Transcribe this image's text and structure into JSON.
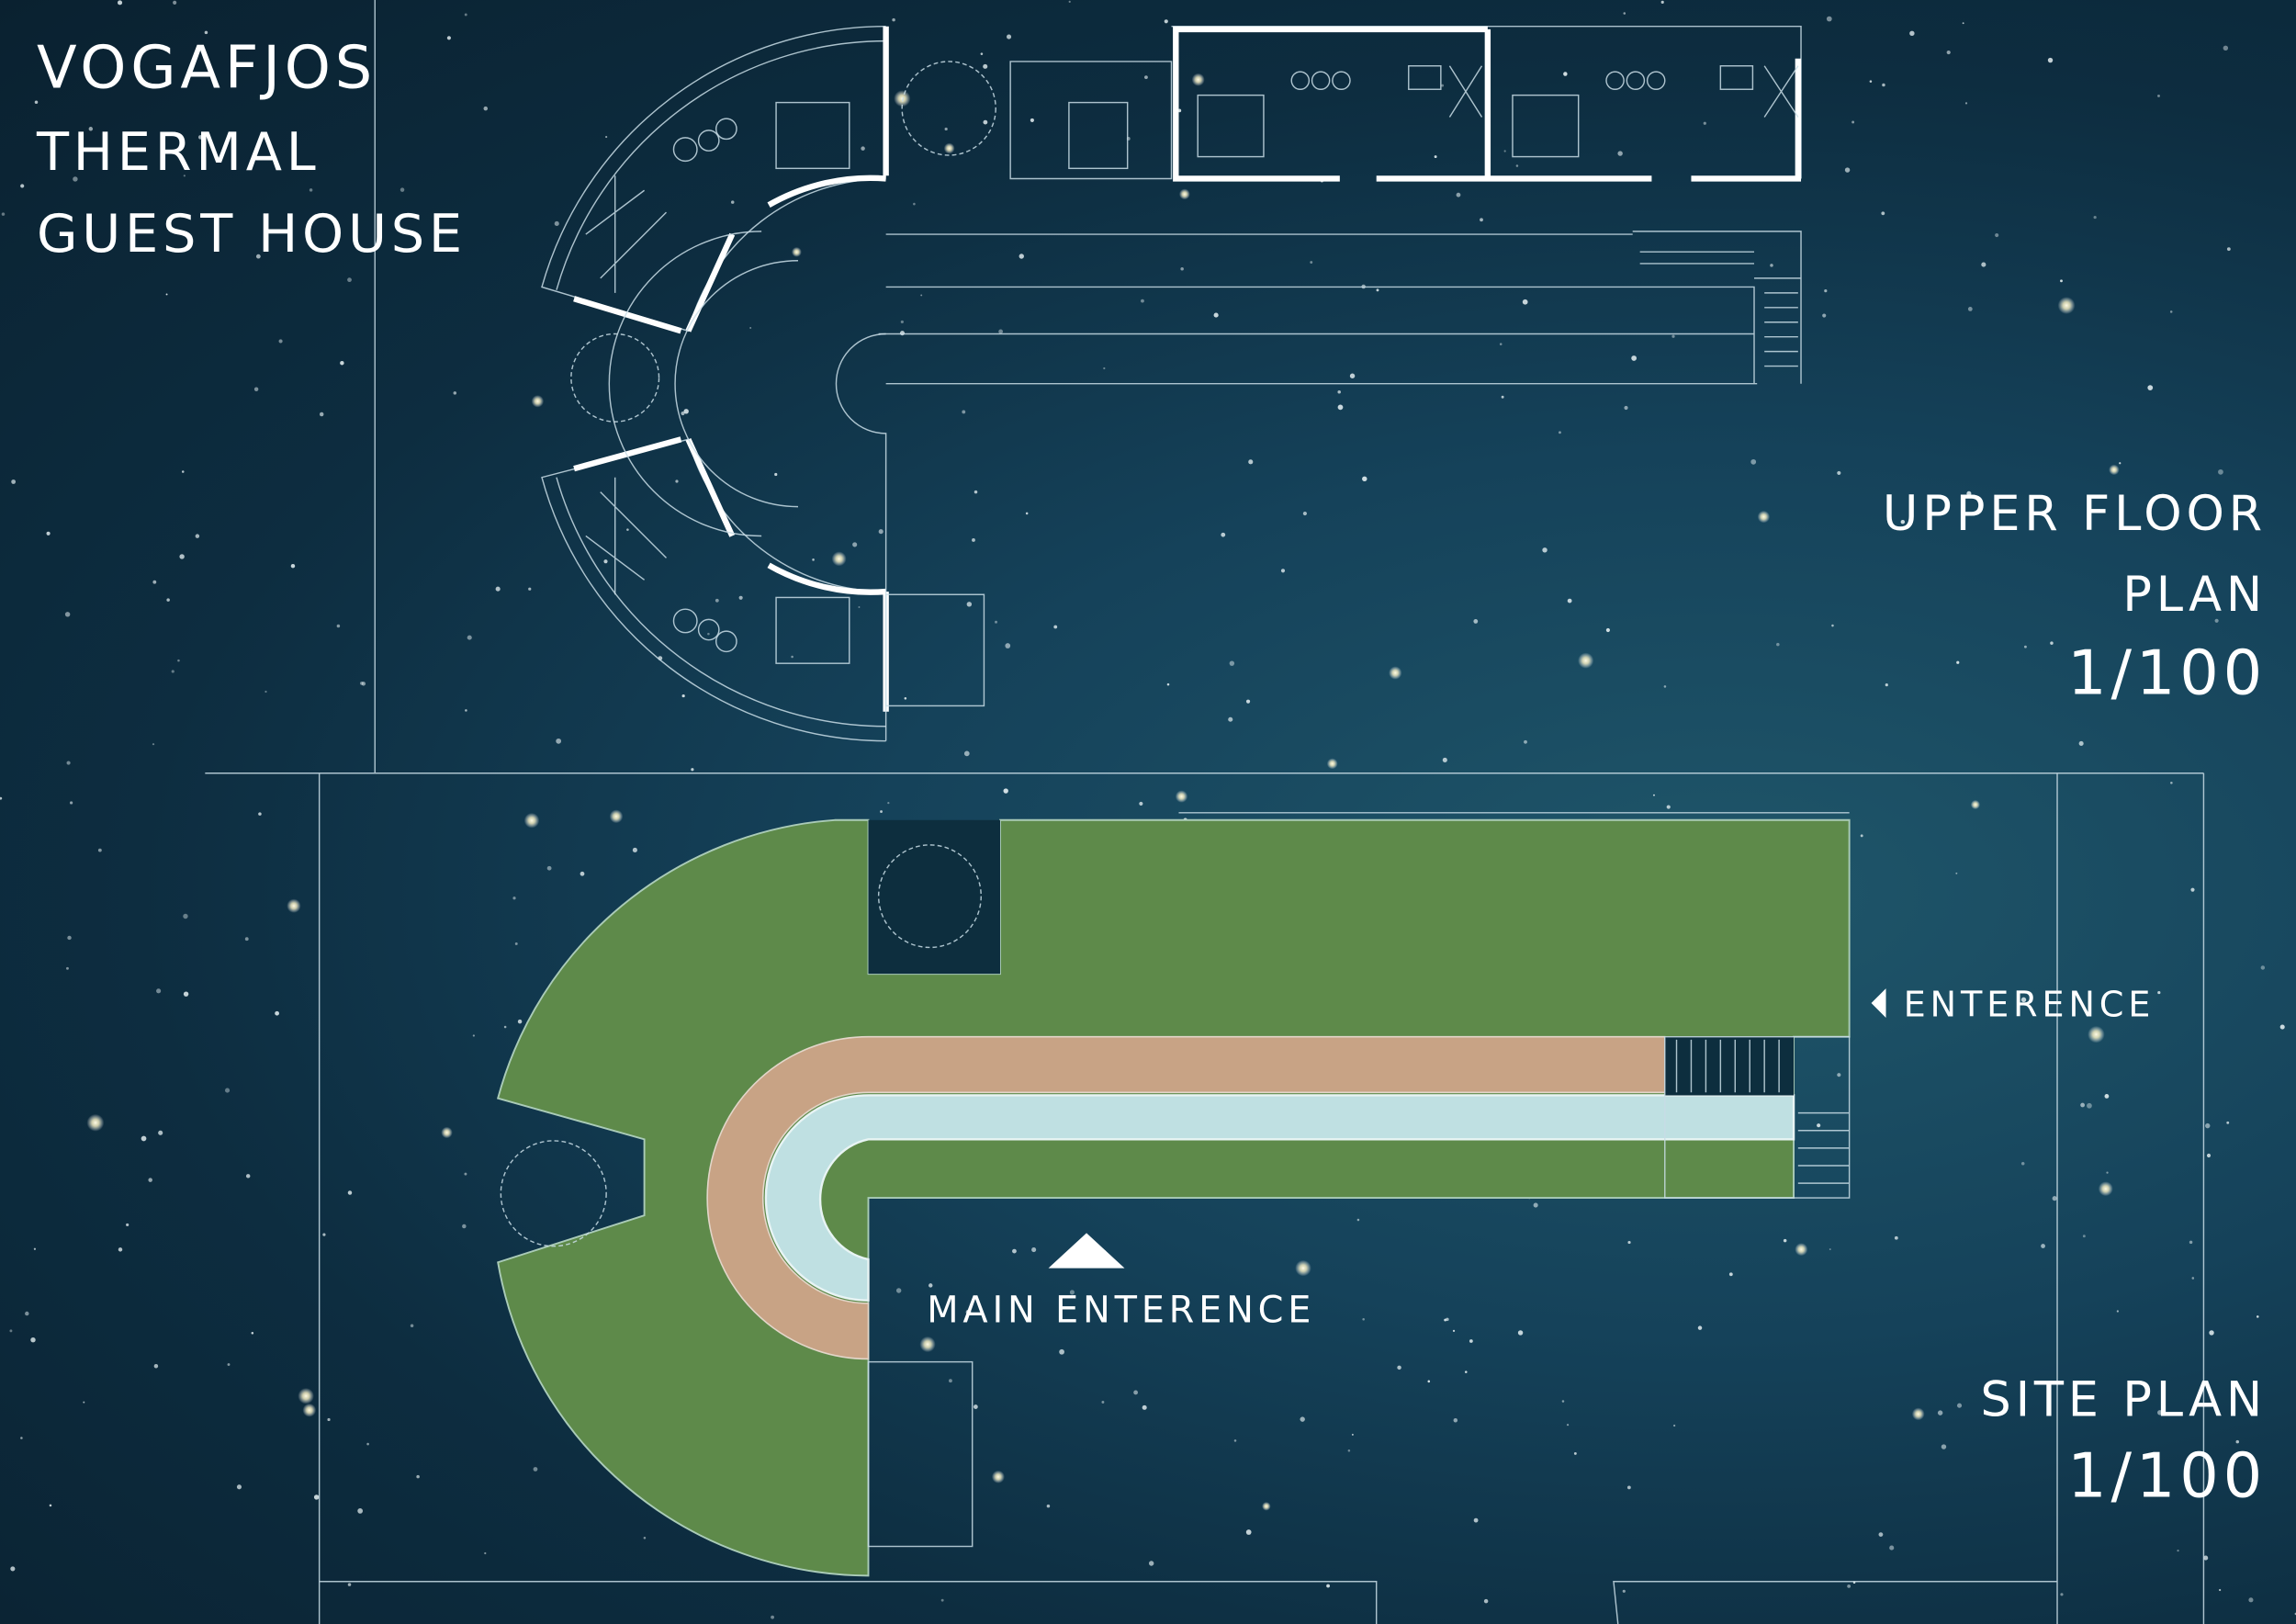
{
  "title": {
    "line1": "VOGAFJOS",
    "line2": "THERMAL",
    "line3": "GUEST HOUSE"
  },
  "upper_floor": {
    "label1": "UPPER FLOOR",
    "label2": "PLAN",
    "scale": "1/100"
  },
  "site_plan": {
    "label": "SITE PLAN",
    "scale": "1/100",
    "entrance_side": "ENTERENCE",
    "main_entrance": "MAIN ENTERENCE"
  },
  "colors": {
    "grass": "#5e8a4a",
    "path": "#c8a385",
    "pool": "#bfe0e2",
    "ground": "#0c2c3b"
  }
}
